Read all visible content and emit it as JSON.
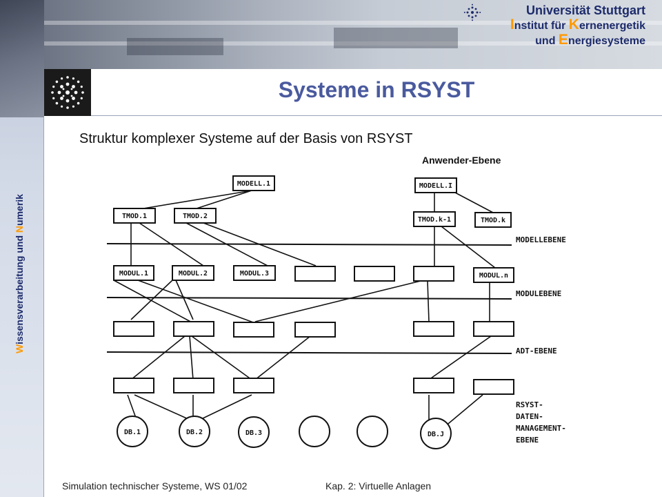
{
  "header": {
    "university": "Universität Stuttgart",
    "institute_line1_cap": "I",
    "institute_line1_a": "nstitut für ",
    "institute_line1_cap2": "K",
    "institute_line1_b": "ernenergetik",
    "institute_line2_a": "und ",
    "institute_line2_cap": "E",
    "institute_line2_b": "nergiesysteme"
  },
  "sidebar": {
    "part1_cap": "W",
    "part1": "issensverarbeitung und ",
    "part2_cap": "N",
    "part2": "umerik"
  },
  "slide": {
    "title": "Systeme in RSYST",
    "subtitle": "Struktur komplexer Systeme auf der Basis von RSYST",
    "top_level_label": "Anwender-Ebene"
  },
  "diagram": {
    "modell_nodes": [
      "MODELL.1",
      "MODELL.I"
    ],
    "tmod_nodes": [
      "TMOD.1",
      "TMOD.2",
      "TMOD.k-1",
      "TMOD.k"
    ],
    "modul_nodes": [
      "MODUL.1",
      "MODUL.2",
      "MODUL.3",
      "",
      "",
      "",
      "MODUL.n"
    ],
    "db_nodes": [
      "DB.1",
      "DB.2",
      "DB.3",
      "",
      "",
      "DB.J"
    ],
    "level_labels": {
      "modell": "MODELLEBENE",
      "modul": "MODULEBENE",
      "adt": "ADT-EBENE",
      "rsyst_1": "RSYST-",
      "rsyst_2": "DATEN-",
      "rsyst_3": "MANAGEMENT-",
      "rsyst_4": "EBENE"
    }
  },
  "footer": {
    "course": "Simulation technischer Systeme, WS 01/02",
    "chapter": "Kap. 2: Virtuelle Anlagen"
  }
}
